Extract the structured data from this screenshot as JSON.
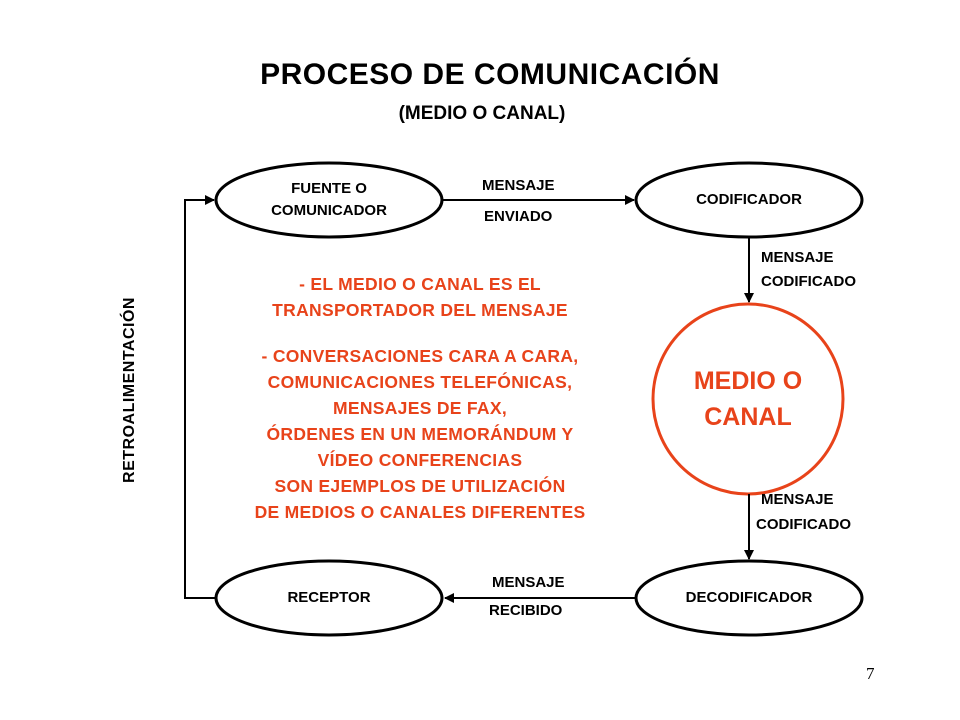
{
  "title": "PROCESO DE COMUNICACIÓN",
  "subtitle": "(MEDIO O CANAL)",
  "colors": {
    "accent": "#e8431a",
    "text": "#000000",
    "background": "#ffffff"
  },
  "nodes": {
    "source": {
      "line1": "FUENTE O",
      "line2": "COMUNICADOR"
    },
    "encoder": {
      "label": "CODIFICADOR"
    },
    "channel": {
      "line1": "MEDIO O",
      "line2": "CANAL"
    },
    "decoder": {
      "label": "DECODIFICADOR"
    },
    "receiver": {
      "label": "RECEPTOR"
    }
  },
  "edges": {
    "sent": {
      "line1": "MENSAJE",
      "line2": "ENVIADO"
    },
    "encoded_1": {
      "line1": "MENSAJE",
      "line2": "CODIFICADO"
    },
    "encoded_2": {
      "line1": "MENSAJE",
      "line2": "CODIFICADO"
    },
    "received": {
      "line1": "MENSAJE",
      "line2": "RECIBIDO"
    },
    "feedback": "RETROALIMENTACIÓN"
  },
  "description": {
    "point1": [
      "- EL MEDIO O CANAL ES EL",
      "TRANSPORTADOR DEL MENSAJE"
    ],
    "point2": [
      "- CONVERSACIONES CARA A CARA,",
      "COMUNICACIONES TELEFÓNICAS,",
      "MENSAJES DE FAX,",
      "ÓRDENES EN UN MEMORÁNDUM Y",
      "VÍDEO CONFERENCIAS",
      "SON EJEMPLOS DE UTILIZACIÓN",
      "DE MEDIOS O CANALES DIFERENTES"
    ]
  },
  "page_number": "7"
}
